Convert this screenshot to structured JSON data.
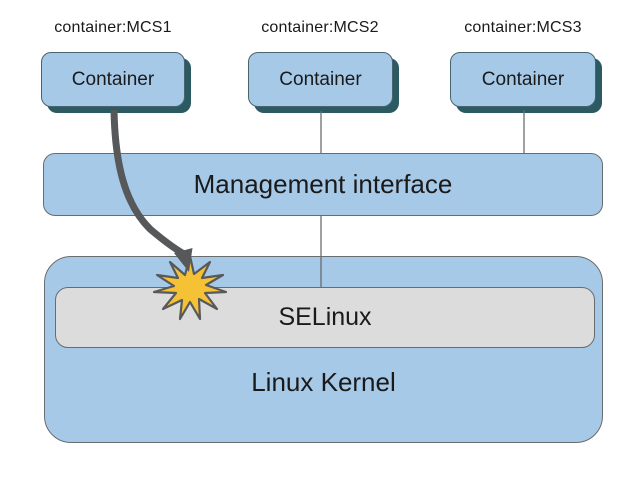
{
  "diagram": {
    "top_labels": [
      "container:MCS1",
      "container:MCS2",
      "container:MCS3"
    ],
    "containers": [
      {
        "label": "Container"
      },
      {
        "label": "Container"
      },
      {
        "label": "Container"
      }
    ],
    "management": {
      "label": "Management interface"
    },
    "selinux": {
      "label": "SELinux"
    },
    "kernel": {
      "label": "Linux Kernel"
    }
  },
  "icons": {
    "burst": "collision-burst",
    "arrow": "curved-blocked-access-arrow",
    "connectors": "straight-connector-lines"
  },
  "colors": {
    "background": "#ffffff",
    "node_fill": "#a7c9e8",
    "node_border": "#48646f",
    "node_shadow": "#2b5a62",
    "panel_border": "#696c6e",
    "selinux_fill": "#dcdcdc",
    "connector": "#696c6e",
    "arrow": "#57585a",
    "burst_fill": "#f5c236",
    "burst_border": "#58595b",
    "text": "#1a1a1a"
  }
}
